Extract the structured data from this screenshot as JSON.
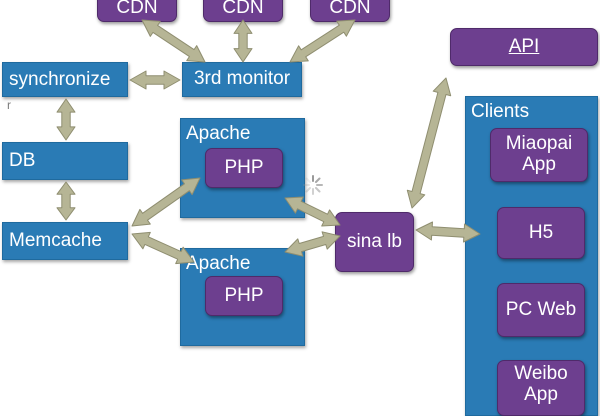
{
  "nodes": {
    "cdn1": "CDN",
    "cdn2": "CDN",
    "cdn3": "CDN",
    "synchronize": "synchronize",
    "monitor": "3rd monitor",
    "api": "API",
    "db": "DB",
    "memcache": "Memcache",
    "apache1": "Apache",
    "php1": "PHP",
    "apache2": "Apache",
    "php2": "PHP",
    "sina_lb": "sina lb",
    "clients": "Clients",
    "miaopai_app": "Miaopai App",
    "h5": "H5",
    "pc_web": "PC Web",
    "weibo_app": "Weibo App"
  },
  "stray_mark": "r",
  "colors": {
    "box_blue": "#2a7bb5",
    "box_purple": "#6d3f8f",
    "arrow": "#b6b595",
    "arrow_outline": "#8f8e70"
  }
}
